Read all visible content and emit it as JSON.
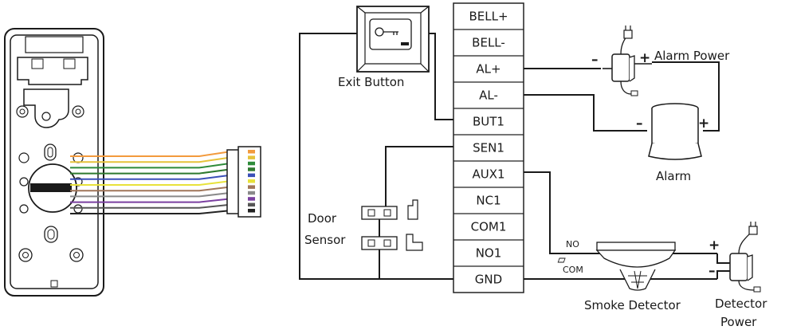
{
  "terminals": [
    "BELL+",
    "BELL-",
    "AL+",
    "AL-",
    "BUT1",
    "SEN1",
    "AUX1",
    "NC1",
    "COM1",
    "NO1",
    "GND"
  ],
  "labels": {
    "exit_button": "Exit Button",
    "alarm_power": "Alarm Power",
    "alarm": "Alarm",
    "door_line1": "Door",
    "door_line2": "Sensor",
    "smoke_detector": "Smoke Detector",
    "detector_line1": "Detector",
    "detector_line2": "Power",
    "no": "NO",
    "com": "COM",
    "plus": "+",
    "minus": "–"
  },
  "wire_colors": [
    "#f29a3d",
    "#e6c23a",
    "#2e8b3a",
    "#2f7a2f",
    "#3b4fb8",
    "#e8e23a",
    "#a0765a",
    "#8a8a8a",
    "#7a3fa0",
    "#555555",
    "#222222"
  ]
}
